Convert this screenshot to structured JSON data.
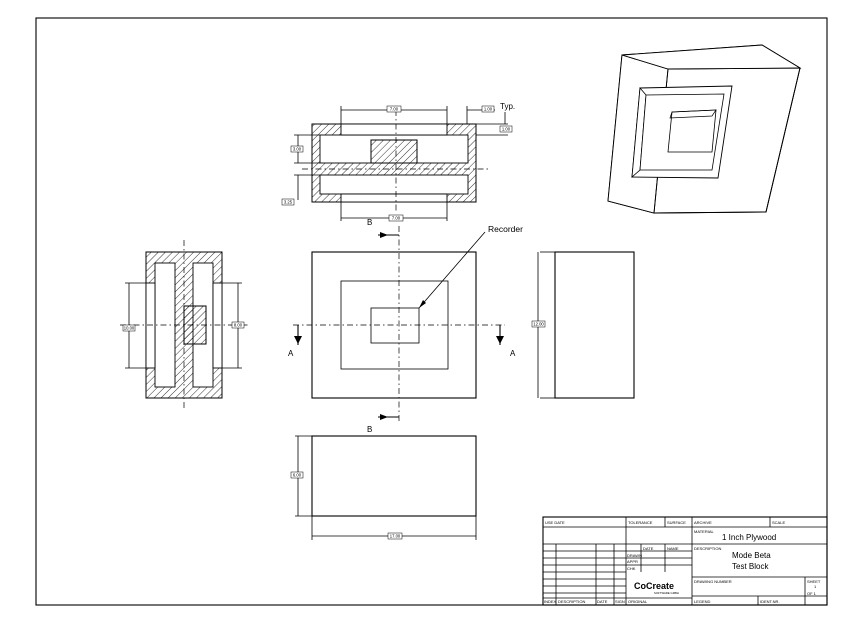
{
  "views": {
    "recorder_label": "Recorder",
    "typ_label": "Typ.",
    "section_a_label": "A",
    "section_b_label": "B",
    "dimensions": {
      "top_inner_width": "7.00",
      "top_wall": "1.00",
      "top_side": "1.00",
      "top_left_height": "3.00",
      "top_bottom_left": "3.25",
      "top_bottom_width": "7.00",
      "left_outer_height": "10.00",
      "left_inner_height": "8.00",
      "right_height": "12.00",
      "bottom_height": "6.00",
      "bottom_width": "17.00"
    }
  },
  "title_block": {
    "use_label": "USE DATE",
    "tolerance_label": "TOLERANCE",
    "surface_label": "SURFACE",
    "archive_label": "ARCHIVE",
    "scale_label": "SCALE",
    "material_label": "MATERIAL",
    "material_value": "1 Inch Plywood",
    "date_label": "DATE",
    "name_label": "NAME",
    "description_label": "DESCRIPTION",
    "description_line1": "Mode Beta",
    "description_line2": "Test Block",
    "drawn_label": "DRAWN",
    "approved_label": "APPR",
    "checked_label": "CHK",
    "company_name": "CoCreate",
    "company_sub": "SOFTWARE GMBH",
    "drawing_number_label": "DRAWING NUMBER",
    "sheet_label": "SHEET",
    "sheet_value": "1",
    "of_label": "OF 1",
    "index_label": "INDEX",
    "description_col": "DESCRIPTION",
    "date_col": "DATE",
    "sign_label": "SIGN",
    "original_label": "ORIGINAL",
    "legend_label": "LEGEND",
    "identification_label": "IDENT.NR."
  }
}
